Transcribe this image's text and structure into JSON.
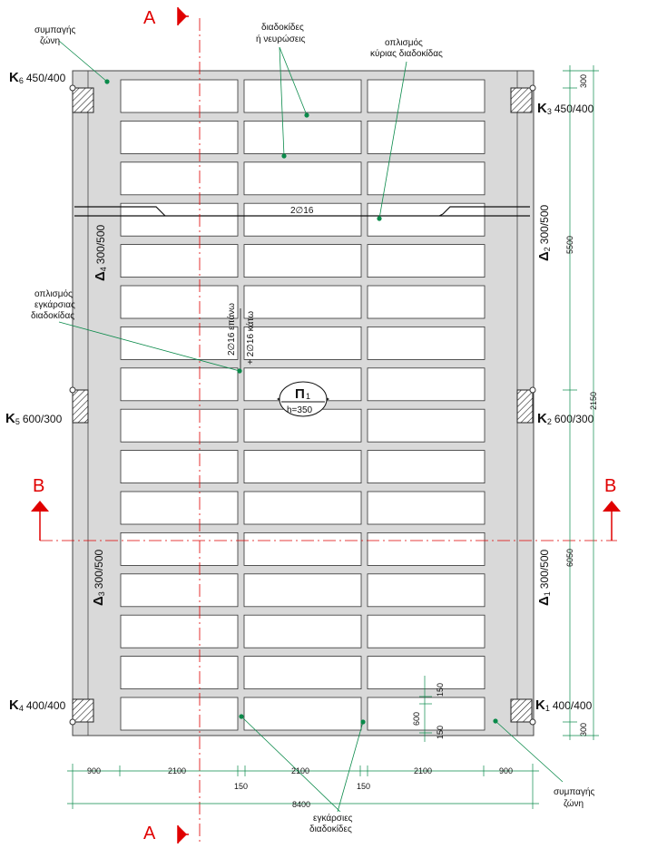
{
  "labels": {
    "compact_zone_top": [
      "συμπαγής",
      "ζώνη"
    ],
    "compact_zone_bottom": [
      "συμπαγής",
      "ζώνη"
    ],
    "ribs": [
      "διαδοκίδες",
      "ή νευρώσεις"
    ],
    "main_rib_reinf": [
      "οπλισμός",
      "κύριας διαδοκίδας"
    ],
    "trans_rib_reinf": [
      "οπλισμός",
      "εγκάρσιας",
      "διαδοκίδας"
    ],
    "trans_ribs": [
      "εγκάρσιες",
      "διαδοκίδες"
    ],
    "top_bar": "2∅16",
    "bar_top": "2∅16 επάνω",
    "bar_bottom": "+ 2∅16 κάτω"
  },
  "slab": {
    "name": "Π",
    "sub": "1",
    "h": "h=350"
  },
  "sections": {
    "a": "A",
    "b": "B"
  },
  "columns": {
    "k6": {
      "k": "K",
      "n": "6",
      "size": "450/400"
    },
    "k3": {
      "k": "K",
      "n": "3",
      "size": "450/400"
    },
    "k5": {
      "k": "K",
      "n": "5",
      "size": "600/300"
    },
    "k2": {
      "k": "K",
      "n": "2",
      "size": "600/300"
    },
    "k4": {
      "k": "K",
      "n": "4",
      "size": "400/400"
    },
    "k1": {
      "k": "K",
      "n": "1",
      "size": "400/400"
    }
  },
  "beams": {
    "d4": {
      "d": "Δ",
      "n": "4",
      "size": "300/500"
    },
    "d3": {
      "d": "Δ",
      "n": "3",
      "size": "300/500"
    },
    "d2": {
      "d": "Δ",
      "n": "2",
      "size": "300/500"
    },
    "d1": {
      "d": "Δ",
      "n": "1",
      "size": "300/500"
    }
  },
  "dims": {
    "bottom": [
      "900",
      "2100",
      "2100",
      "2100",
      "900"
    ],
    "ribs": [
      "150",
      "150"
    ],
    "total_width": "8400",
    "right": [
      "300",
      "5500",
      "6050",
      "300"
    ],
    "total_height": "2150",
    "rib_h": [
      "150",
      "600",
      "150"
    ]
  },
  "colors": {
    "section": "#e00000",
    "leader": "#0a8a4a",
    "slab": "#d9d9d9",
    "dimension": "#0a8a4a"
  }
}
